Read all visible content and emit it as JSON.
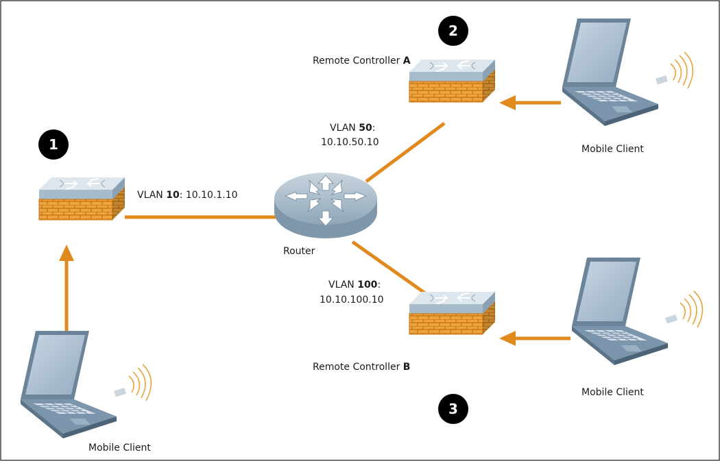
{
  "colors": {
    "link": "#e08a1e",
    "frame": "#1a1a1a",
    "laptop_body": "#7d96ad",
    "laptop_screen": "#a9bdd0",
    "brick": "#e8a23a",
    "badge": "#000000"
  },
  "badges": [
    "1",
    "2",
    "3"
  ],
  "nodes": {
    "local_controller": {
      "icon": "controller-icon"
    },
    "remote_a": {
      "label_prefix": "Remote Controller ",
      "label_bold": "A",
      "icon": "controller-icon"
    },
    "remote_b": {
      "label_prefix": "Remote Controller ",
      "label_bold": "B",
      "icon": "controller-icon"
    },
    "router": {
      "label": "Router",
      "icon": "router-icon"
    },
    "client_1": {
      "label": "Mobile Client",
      "icon": "laptop-icon"
    },
    "client_a": {
      "label": "Mobile Client",
      "icon": "laptop-icon"
    },
    "client_b": {
      "label": "Mobile Client",
      "icon": "laptop-icon"
    }
  },
  "links": {
    "vlan10": {
      "prefix": "VLAN ",
      "id": "10",
      "suffix": ": ",
      "ip": "10.10.1.10"
    },
    "vlan50": {
      "prefix": "VLAN ",
      "id": "50",
      "suffix": ":",
      "ip": "10.10.50.10"
    },
    "vlan100": {
      "prefix": "VLAN ",
      "id": "100",
      "suffix": ":",
      "ip": "10.10.100.10"
    }
  }
}
